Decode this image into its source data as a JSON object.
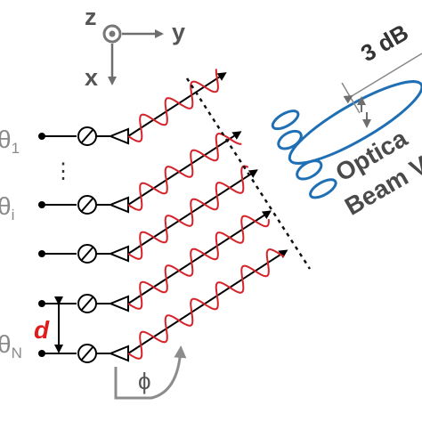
{
  "axes": {
    "z_label": "z",
    "y_label": "y",
    "x_label": "x"
  },
  "channels": [
    {
      "label": "θ",
      "sub": "1"
    },
    {
      "label": "θ",
      "sub": "i"
    },
    {
      "label": "θ",
      "sub": "N"
    }
  ],
  "ellipsis": "⋮",
  "spacing_label": "d",
  "angle_label": "ϕ",
  "beam": {
    "width_label": "3 dB",
    "caption_line1": "Optica",
    "caption_line2": "Beam V"
  },
  "colors": {
    "wave": "#d6232a",
    "beam": "#1f6fb5",
    "label_gray": "#808080",
    "spacing_red": "#e01b1b",
    "ink": "#000000"
  }
}
